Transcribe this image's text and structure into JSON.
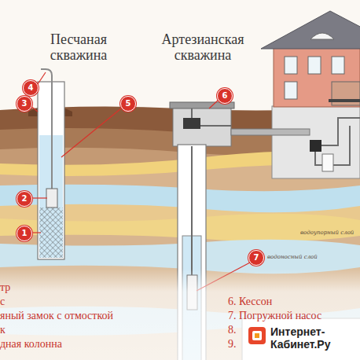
{
  "diagram": {
    "labels": [
      "Песчаная скважина",
      "Артезианская скважина",
      "4",
      "3",
      "5",
      "2",
      "1",
      "6",
      "7",
      "водоупорный слой",
      "водоносный слой",
      "тр",
      "с",
      "яный замок с отмосткой",
      "к",
      "дная колонна",
      "6. Кессон",
      "7. Погружной насос",
      "8.",
      "9.",
      "Интернет-Кабинет.Ру"
    ]
  }
}
